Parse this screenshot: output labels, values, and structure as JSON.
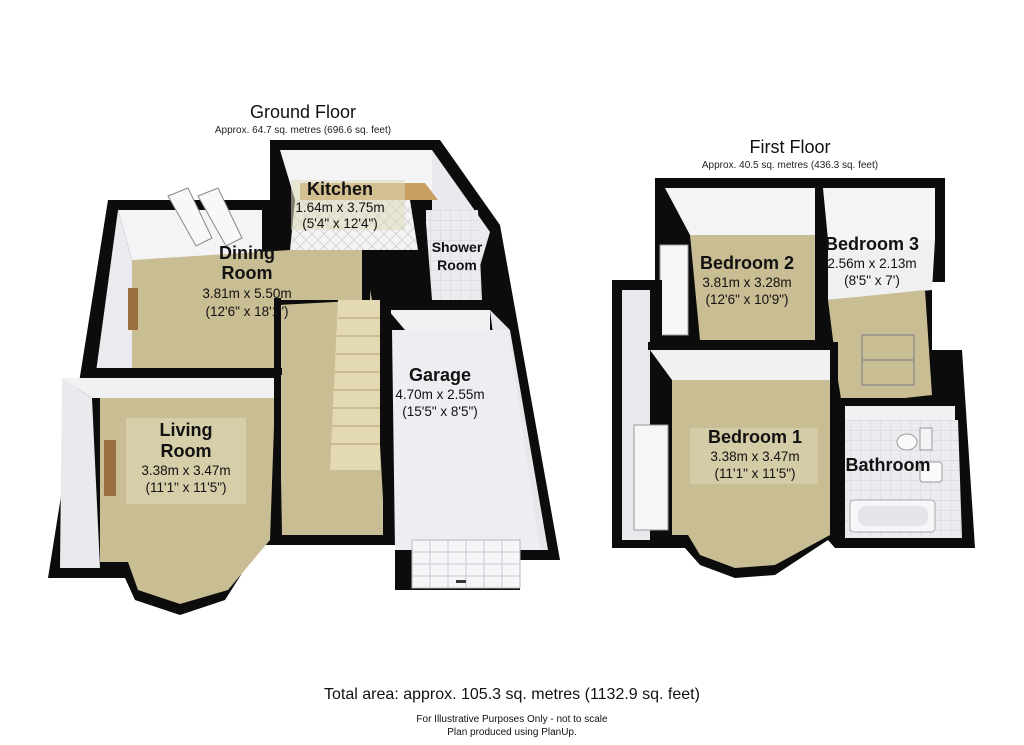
{
  "ground_floor": {
    "title": "Ground Floor",
    "area": "Approx. 64.7 sq. metres (696.6 sq. feet)",
    "rooms": [
      {
        "name": "Kitchen",
        "dim_m": "1.64m x 3.75m",
        "dim_ft": "(5'4\" x 12'4\")"
      },
      {
        "name": "Dining",
        "name2": "Room",
        "dim_m": "3.81m x 5.50m",
        "dim_ft": "(12'6\" x 18'1\")"
      },
      {
        "name": "Shower",
        "name2": "Room"
      },
      {
        "name": "Garage",
        "dim_m": "4.70m x 2.55m",
        "dim_ft": "(15'5\" x 8'5\")"
      },
      {
        "name": "Living",
        "name2": "Room",
        "dim_m": "3.38m x 3.47m",
        "dim_ft": "(11'1\" x 11'5\")"
      }
    ]
  },
  "first_floor": {
    "title": "First Floor",
    "area": "Approx. 40.5 sq. metres (436.3 sq. feet)",
    "rooms": [
      {
        "name": "Bedroom 2",
        "dim_m": "3.81m x 3.28m",
        "dim_ft": "(12'6\" x 10'9\")"
      },
      {
        "name": "Bedroom 3",
        "dim_m": "2.56m x 2.13m",
        "dim_ft": "(8'5\" x 7')"
      },
      {
        "name": "Bedroom 1",
        "dim_m": "3.38m x 3.47m",
        "dim_ft": "(11'1\" x 11'5\")"
      },
      {
        "name": "Bathroom"
      }
    ]
  },
  "footer": {
    "total_area": "Total area: approx. 105.3 sq. metres (1132.9 sq. feet)",
    "disclaimer": "For Illustrative Purposes Only - not to scale",
    "produced_by": "Plan produced using PlanUp."
  },
  "colors": {
    "wall": "#0c0c0c",
    "floor_carpet": "#c9bd93",
    "floor_tile": "#e8e8ec",
    "garage_floor": "#eeeef2",
    "wall_face": "#f4f4f6",
    "label_box": "#ddd8b8",
    "kitchen_counter": "#caa061"
  }
}
